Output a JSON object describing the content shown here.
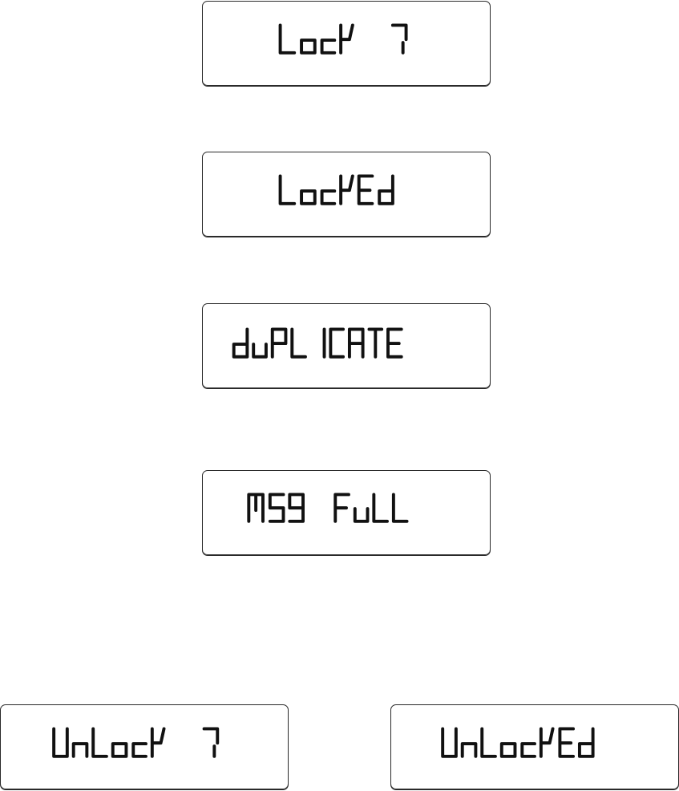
{
  "displays": [
    {
      "id": "lock-prompt",
      "text": "LocK ?"
    },
    {
      "id": "locked",
      "text": "LocKEd"
    },
    {
      "id": "duplicate",
      "text": "duPLICATE"
    },
    {
      "id": "msg-full",
      "text": "MSG FuLL"
    },
    {
      "id": "unlock-prompt",
      "text": "UnLocK ?"
    },
    {
      "id": "unlocked",
      "text": "UnLocKEd"
    }
  ]
}
